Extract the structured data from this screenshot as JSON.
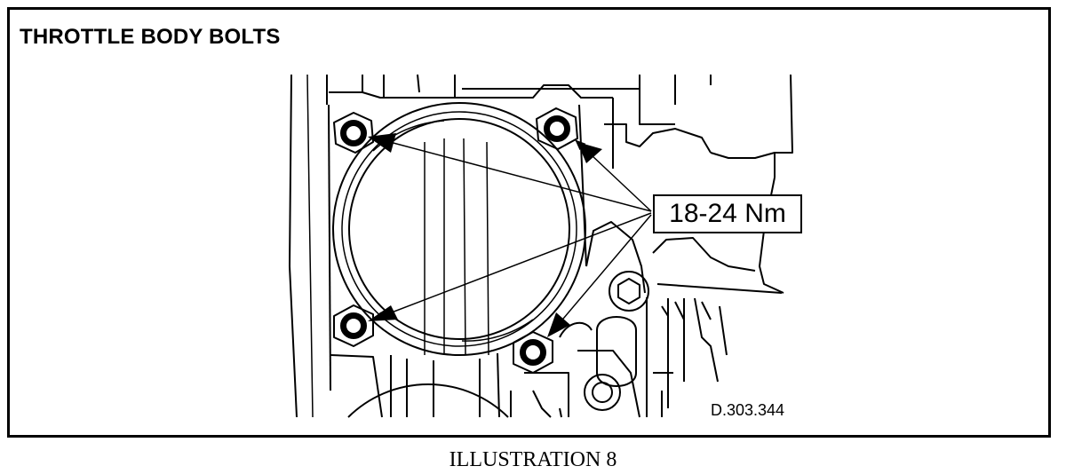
{
  "diagram": {
    "title": "THROTTLE BODY BOLTS",
    "torque_label": "18-24 Nm",
    "reference_code": "D.303.344",
    "caption": "ILLUSTRATION 8"
  },
  "colors": {
    "ink": "#000000",
    "paper": "#ffffff"
  }
}
